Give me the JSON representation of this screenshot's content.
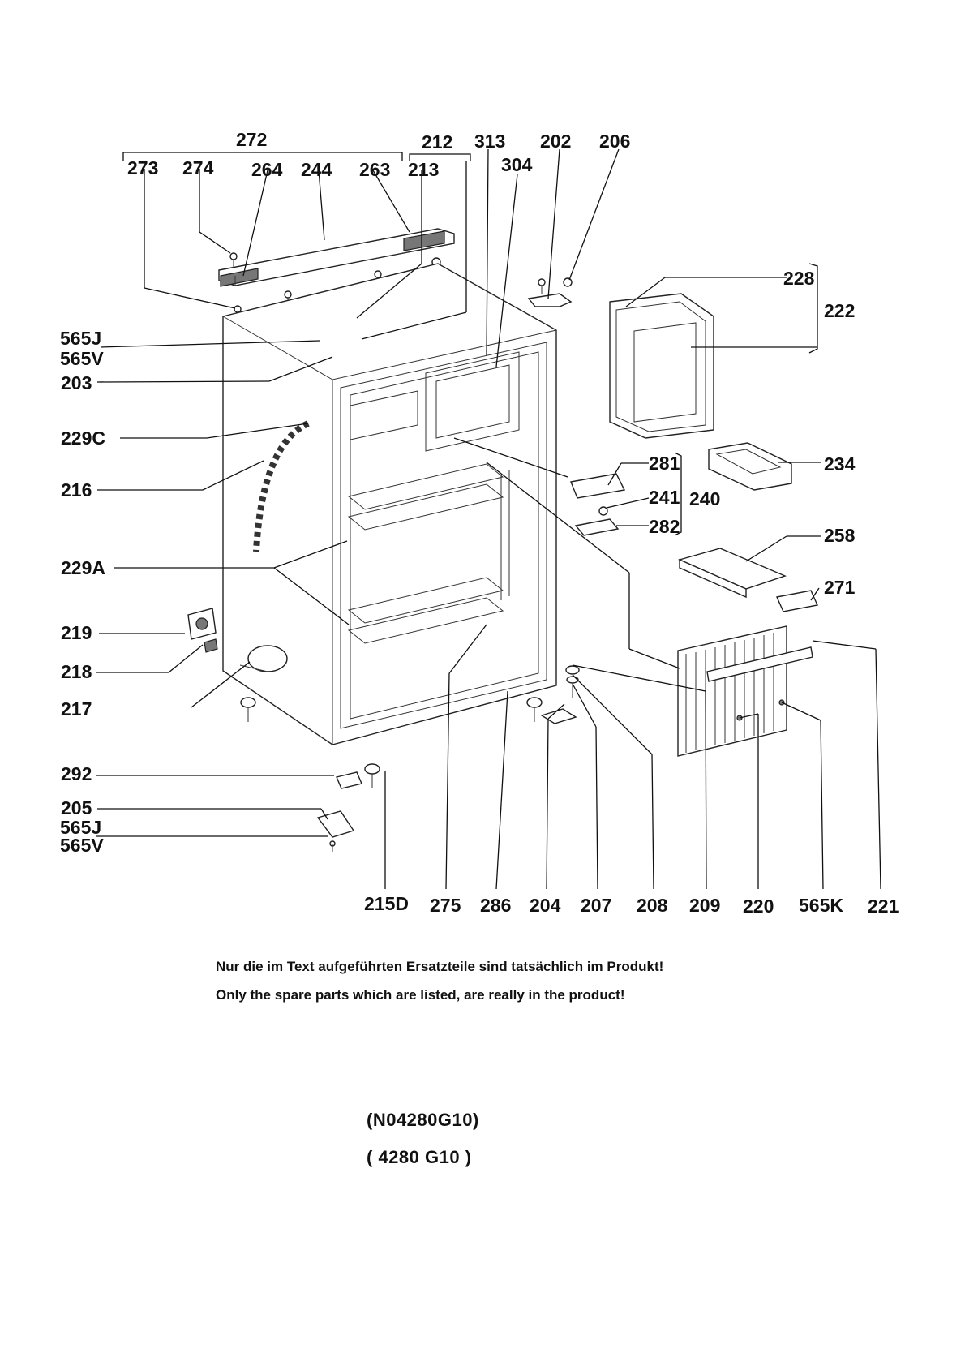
{
  "labels": {
    "p272": "272",
    "p212": "212",
    "p313": "313",
    "p202": "202",
    "p206": "206",
    "p273": "273",
    "p274": "274",
    "p264": "264",
    "p244": "244",
    "p263": "263",
    "p213": "213",
    "p304": "304",
    "p228": "228",
    "p222": "222",
    "p565J_a": "565J",
    "p565V_a": "565V",
    "p203": "203",
    "p229C": "229C",
    "p216": "216",
    "p234": "234",
    "p281": "281",
    "p241": "241",
    "p240": "240",
    "p282": "282",
    "p258": "258",
    "p229A": "229A",
    "p271": "271",
    "p219": "219",
    "p218": "218",
    "p217": "217",
    "p292": "292",
    "p205": "205",
    "p565J_b": "565J",
    "p565V_b": "565V",
    "p215D": "215D",
    "p275": "275",
    "p286": "286",
    "p204": "204",
    "p207": "207",
    "p208": "208",
    "p209": "209",
    "p220": "220",
    "p565K": "565K",
    "p221": "221"
  },
  "notes": {
    "german": "Nur die im Text aufgeführten Ersatzteile sind tatsächlich im Produkt!",
    "english": "Only the spare parts which are listed, are really in the product!"
  },
  "model": {
    "code": "(N04280G10)",
    "short": "( 4280  G10 )"
  }
}
